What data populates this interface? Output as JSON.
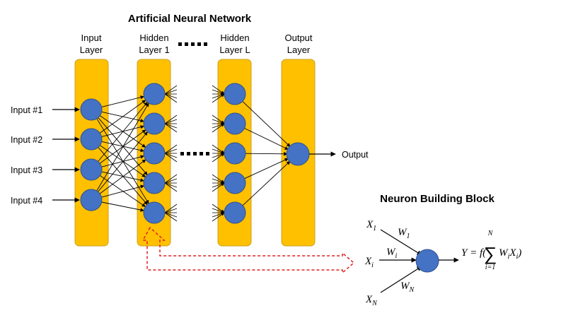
{
  "title": "Artificial Neural Network",
  "layers": {
    "input": {
      "line1": "Input",
      "line2": "Layer"
    },
    "hidden1": {
      "line1": "Hidden",
      "line2": "Layer 1"
    },
    "hiddenL": {
      "line1": "Hidden",
      "line2": "Layer L"
    },
    "output": {
      "line1": "Output",
      "line2": "Layer"
    }
  },
  "inputs": [
    "Input #1",
    "Input #2",
    "Input #3",
    "Input #4"
  ],
  "output_label": "Output",
  "neuron_block": {
    "title": "Neuron Building Block",
    "x1": "X",
    "x1_sub": "1",
    "xi": "X",
    "xi_sub": "i",
    "xn": "X",
    "xn_sub": "N",
    "w1": "W",
    "w1_sub": "1",
    "wi": "W",
    "wi_sub": "i",
    "wn": "W",
    "wn_sub": "N",
    "eq_lhs": "Y = f(",
    "sum_top": "N",
    "sum_symbol": "∑",
    "sum_bottom": "i=1",
    "eq_term": "W",
    "eq_term_sub1": "i",
    "eq_term2": "X",
    "eq_term_sub2": "i",
    "eq_close": ")"
  },
  "colors": {
    "layer_fill": "#FFC000",
    "layer_stroke": "#C9A227",
    "neuron_fill": "#4472C4",
    "neuron_stroke": "#2F528F",
    "arrow_dashed": "#E02020"
  }
}
